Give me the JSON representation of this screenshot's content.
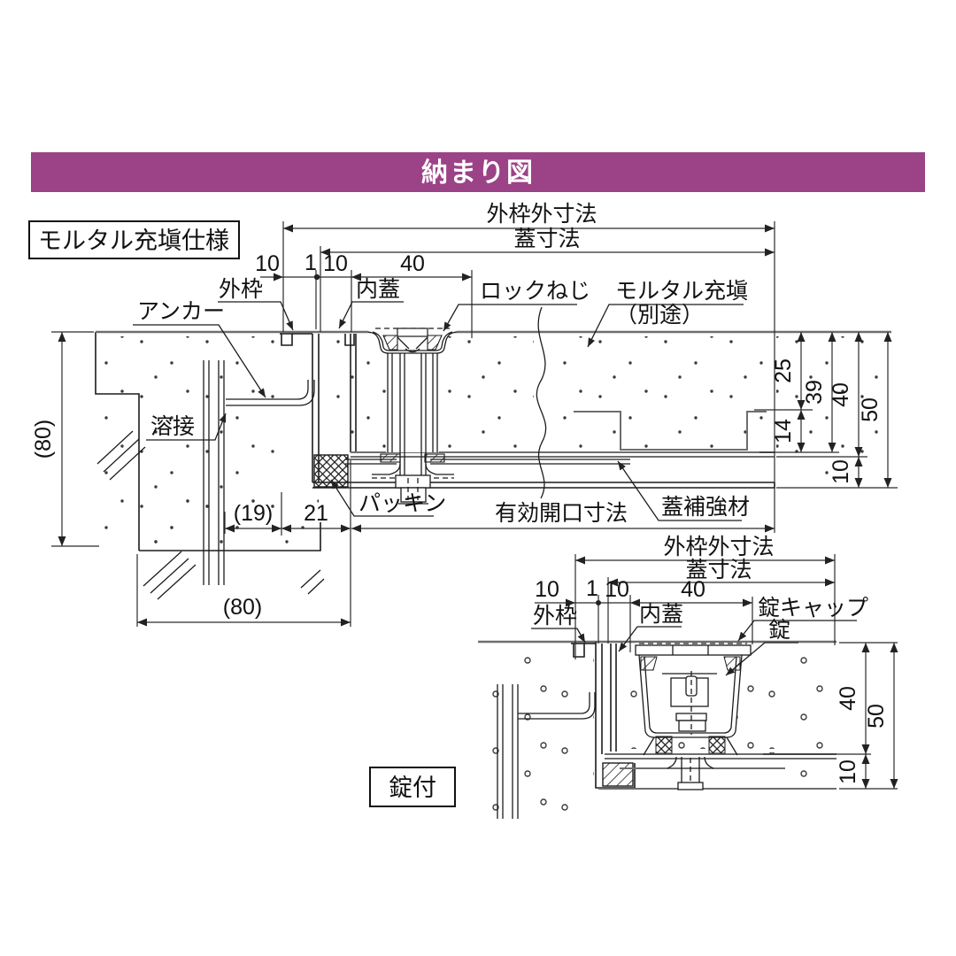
{
  "title": "納まり図",
  "colors": {
    "accent": "#9C4287",
    "line": "#1c1c1c",
    "structural_gray": "#6e6e6e"
  },
  "main": {
    "box": "モルタル充塡仕様",
    "dimA": "外枠外寸法",
    "dimB": "蓋寸法",
    "n10a": "10",
    "n1": "1",
    "n10b": "10",
    "n40": "40",
    "outer_frame": "外枠",
    "inner_lid": "内蓋",
    "lock_screw": "ロックねじ",
    "mortar1": "モルタル充塡",
    "mortar2": "（別途）",
    "anchor": "アンカー",
    "weld": "溶接",
    "packing": "パッキン",
    "opening": "有効開口寸法",
    "reinforce": "蓋補強材",
    "v25": "25",
    "v39": "39",
    "v40": "40",
    "v50": "50",
    "v14": "14",
    "v10": "10",
    "h80": "(80)",
    "b19": "(19)",
    "b21": "21",
    "b80": "(80)"
  },
  "lock": {
    "box": "錠付",
    "dimA": "外枠外寸法",
    "dimB": "蓋寸法",
    "n10a": "10",
    "n1": "1",
    "n10b": "10",
    "n40": "40",
    "outer_frame": "外枠",
    "inner_lid": "内蓋",
    "lock_cap": "錠キャップ",
    "lock": "錠",
    "v40": "40",
    "v50": "50",
    "v10": "10"
  }
}
